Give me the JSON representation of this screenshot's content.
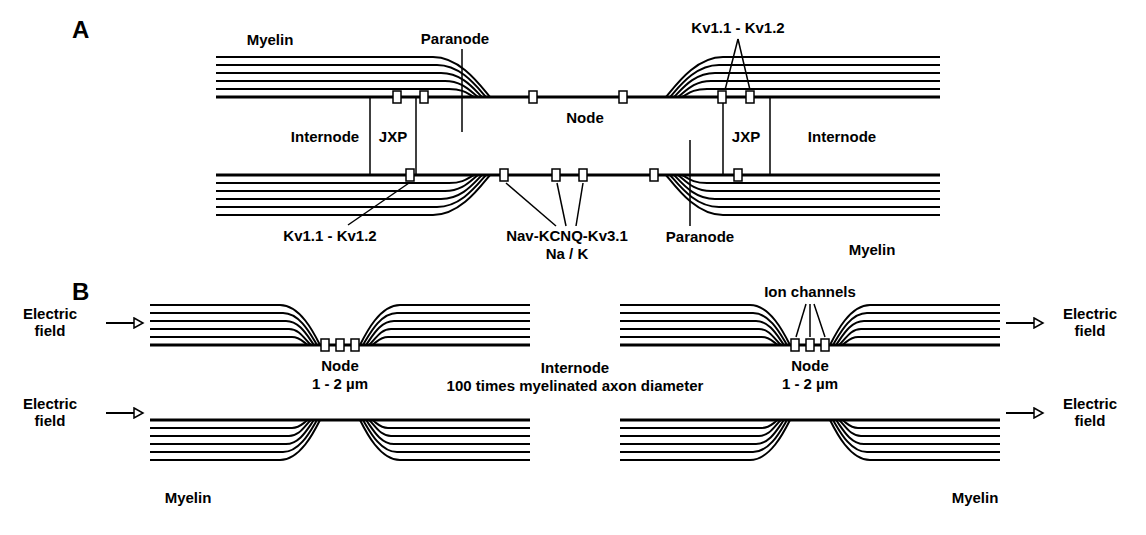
{
  "diagram": {
    "labels": [
      "A",
      "Myelin",
      "Paranode",
      "Kv1.1 - Kv1.2",
      "Internode",
      "JXP",
      "Node",
      "JXP",
      "Internode",
      "Kv1.1 - Kv1.2",
      "Nav-KCNQ-Kv3.1",
      "Na / K",
      "Paranode",
      "Myelin",
      "B",
      "Ion channels",
      "Electric field",
      "Electric field",
      "Node",
      "1 - 2 µm",
      "Internode",
      "100 times myelinated axon diameter",
      "Node",
      "1 - 2 µm",
      "Electric field",
      "Electric field",
      "Myelin",
      "Myelin"
    ]
  }
}
